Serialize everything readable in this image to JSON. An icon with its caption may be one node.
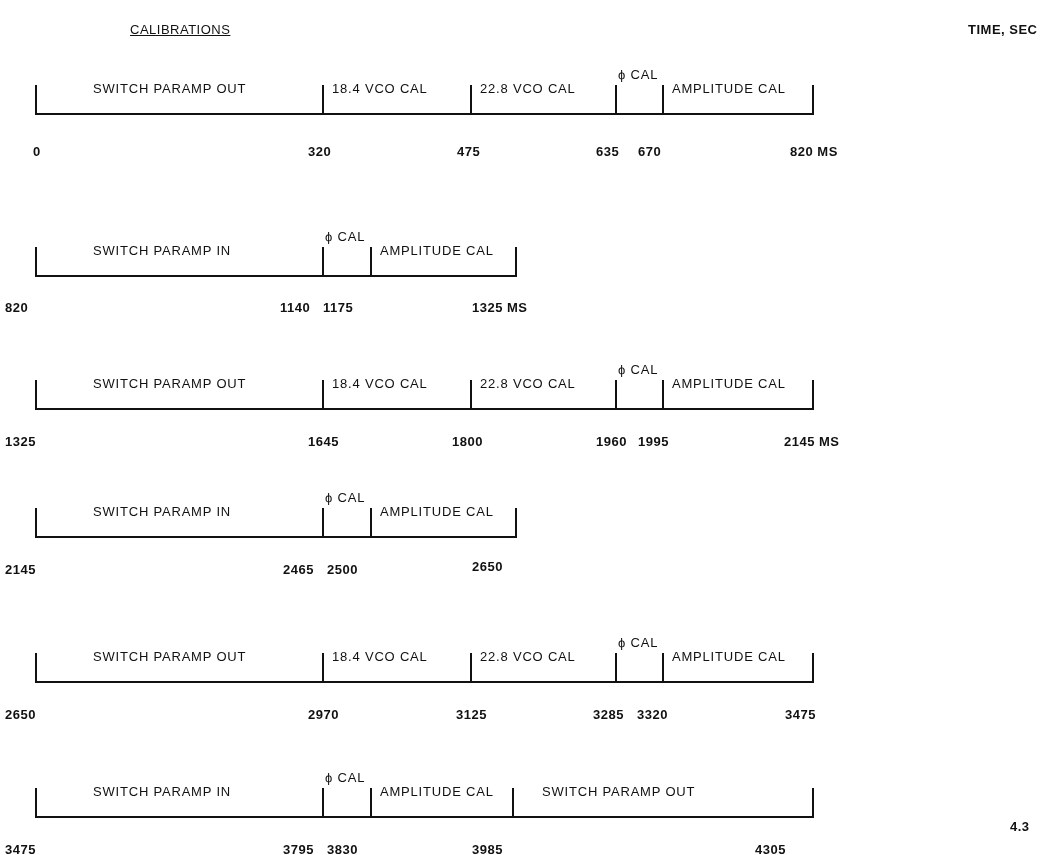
{
  "diagram": {
    "nodes": [
      {
        "text": [
          "SWITCH PARAMP OUT"
        ]
      },
      {
        "text": [
          "18.4 VCO CAL"
        ]
      },
      {
        "text": [
          "22.8 VCO CAL"
        ]
      },
      {
        "text": [
          "ϕ CAL"
        ]
      },
      {
        "text": [
          "AMPLITUDE CAL"
        ]
      },
      {
        "text": [
          "SWITCH PARAMP IN"
        ]
      },
      {
        "text": [
          "ϕ CAL"
        ]
      },
      {
        "text": [
          "AMPLITUDE CAL"
        ]
      },
      {
        "text": [
          "SWITCH PARAMP OUT"
        ]
      },
      {
        "text": [
          "18.4 VCO CAL"
        ]
      },
      {
        "text": [
          "22.8 VCO CAL"
        ]
      },
      {
        "text": [
          "ϕ CAL"
        ]
      },
      {
        "text": [
          "AMPLITUDE CAL"
        ]
      },
      {
        "text": [
          "SWITCH PARAMP IN"
        ]
      },
      {
        "text": [
          "ϕ CAL"
        ]
      },
      {
        "text": [
          "AMPLITUDE CAL"
        ]
      },
      {
        "text": [
          "SWITCH PARAMP OUT"
        ]
      },
      {
        "text": [
          "18.4 VCO CAL"
        ]
      },
      {
        "text": [
          "22.8 VCO CAL"
        ]
      },
      {
        "text": [
          "ϕ CAL"
        ]
      },
      {
        "text": [
          "AMPLITUDE CAL"
        ]
      },
      {
        "text": [
          "SWITCH PARAMP IN"
        ]
      },
      {
        "text": [
          "ϕ CAL"
        ]
      },
      {
        "text": [
          "AMPLITUDE CAL"
        ]
      },
      {
        "text": [
          "SWITCH PARAMP OUT"
        ]
      }
    ],
    "labels": [
      "CALIBRATIONS",
      "TIME, SEC",
      "0",
      "320",
      "475",
      "635",
      "670",
      "820 MS",
      "820",
      "1140",
      "1175",
      "1325 MS",
      "1325",
      "1645",
      "1800",
      "1960",
      "1995",
      "2145 MS",
      "2145",
      "2465",
      "2500",
      "2650",
      "2650",
      "2970",
      "3125",
      "3285",
      "3320",
      "3475",
      "4.3",
      "3475",
      "3795",
      "3830",
      "3985",
      "4305"
    ]
  }
}
